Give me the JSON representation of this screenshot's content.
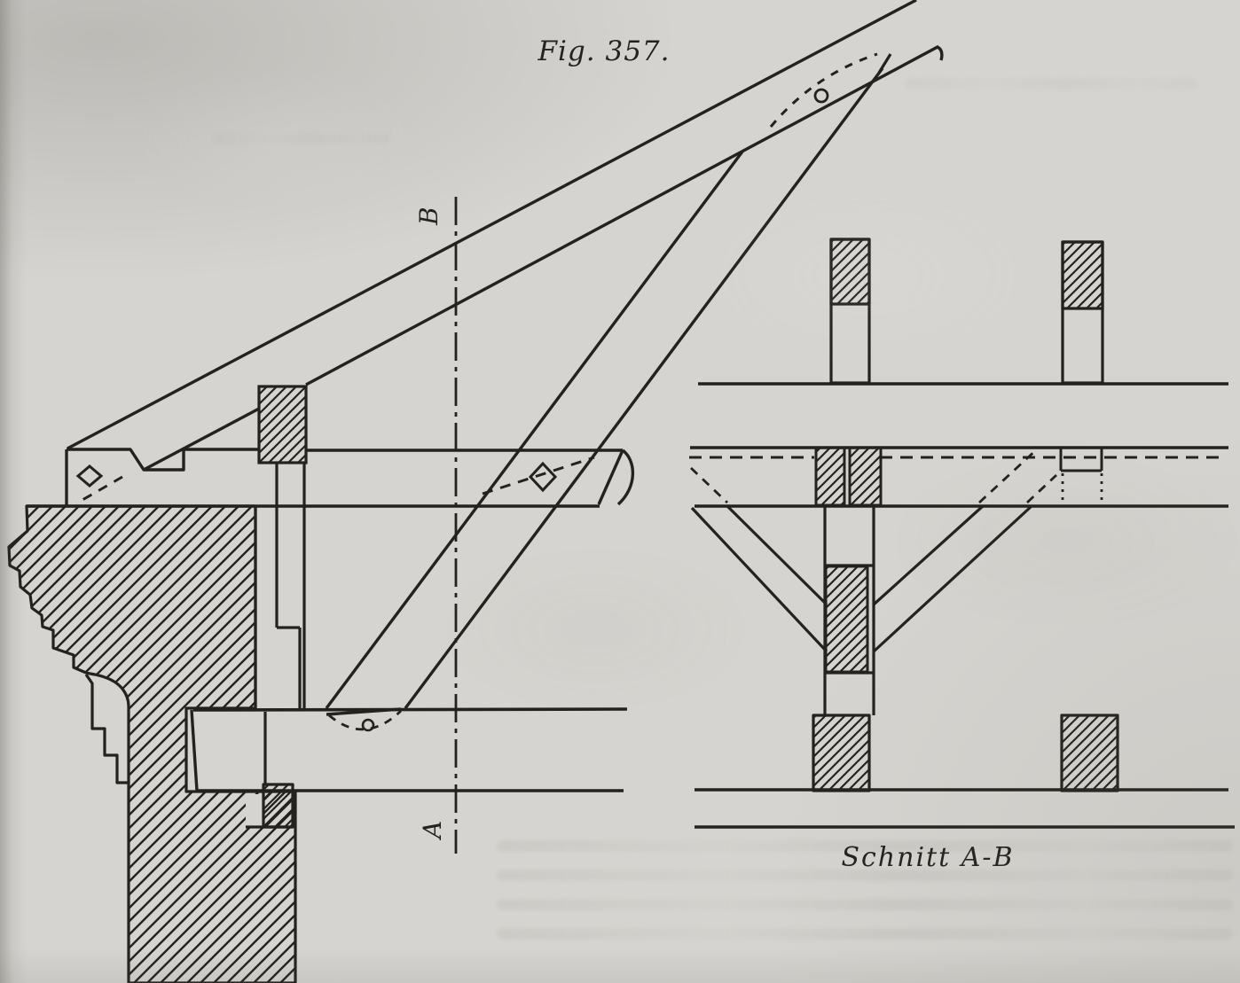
{
  "page": {
    "paper_color": "#d6d4d0",
    "ink_color": "#23221f"
  },
  "labels": {
    "title": "Fig. 357.",
    "marker_top": "B",
    "marker_bottom": "A",
    "section_caption": "Schnitt A-B"
  }
}
